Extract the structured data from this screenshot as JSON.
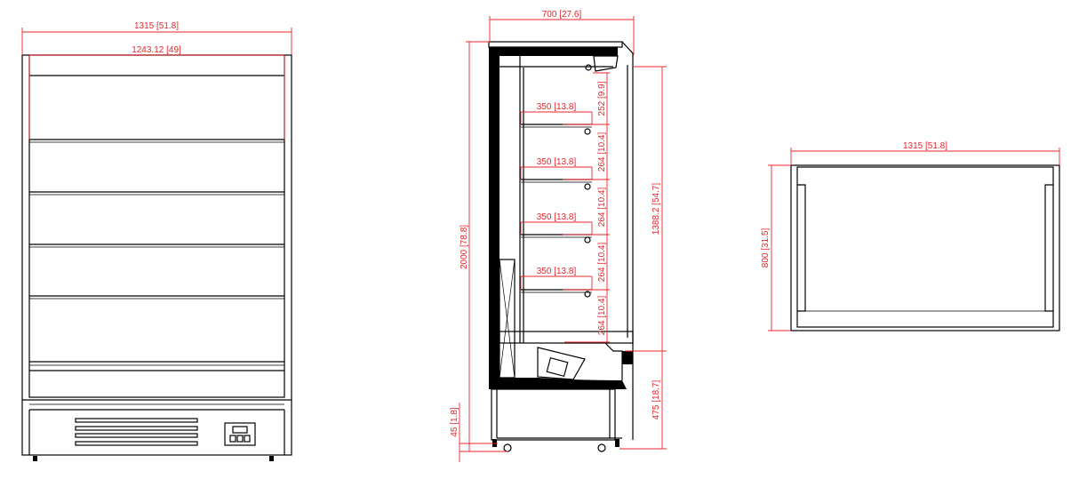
{
  "colors": {
    "dimension": "#e8262b",
    "outline": "#000000"
  },
  "front_view": {
    "overall_width": "1315 [51.8]",
    "inner_width": "1243.12 [49]"
  },
  "side_view": {
    "depth": "700 [27.6]",
    "height": "2000 [78.8]",
    "display_height": "1388.2 [54.7]",
    "base_height": "475 [18.7]",
    "foot_height": "45 [1.8]",
    "shelf_depths": [
      "350 [13.8]",
      "350 [13.8]",
      "350 [13.8]",
      "350 [13.8]"
    ],
    "shelf_spacings": [
      "252 [9.9]",
      "264 [10.4]",
      "264 [10.4]",
      "264 [10.4]",
      "264 [10.4]"
    ]
  },
  "top_view": {
    "width": "1315 [51.8]",
    "depth": "800 [31.5]"
  }
}
